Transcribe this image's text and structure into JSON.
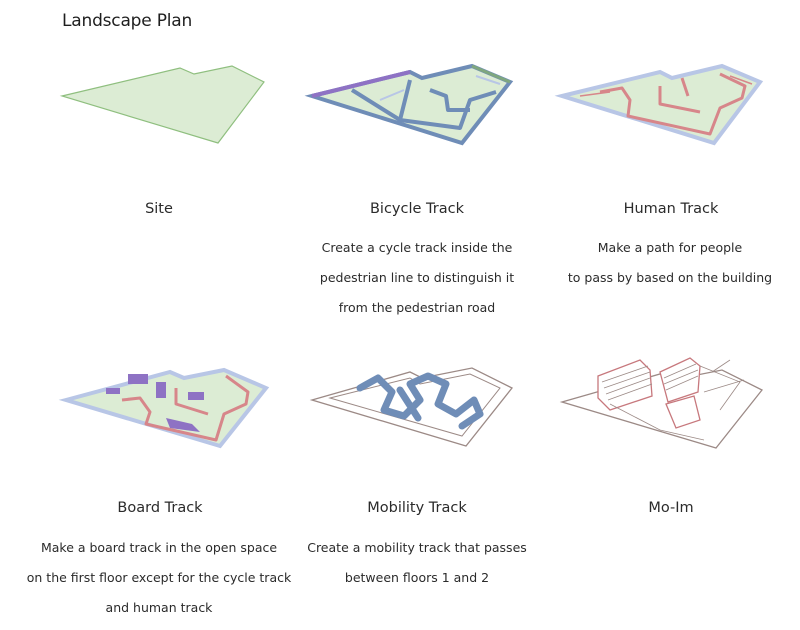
{
  "page": {
    "title": "Landscape Plan"
  },
  "panels": [
    {
      "label": "Site",
      "description": []
    },
    {
      "label": "Bicycle Track",
      "description": [
        "Create a cycle track inside the",
        "pedestrian line to distinguish it",
        "from the pedestrian road"
      ]
    },
    {
      "label": "Human Track",
      "description": [
        "Make a path for people",
        "to pass by based on the building"
      ]
    },
    {
      "label": "Board Track",
      "description": [
        "Make a board track in the open space",
        "on the first floor except for the cycle track",
        "and human track"
      ]
    },
    {
      "label": "Mobility Track",
      "description": [
        "Create a mobility track that passes",
        "between floors 1 and 2"
      ]
    },
    {
      "label": "Mo-Im",
      "description": []
    }
  ],
  "colors": {
    "site_fill": "#dcecd4",
    "site_stroke": "#8fbf7f",
    "bicycle_track": "#6f8db7",
    "human_track": "#d7868a",
    "board_track": "#8e72c4",
    "pedestrian_edge": "#b8c6e6",
    "outline": "#9c8a86"
  }
}
